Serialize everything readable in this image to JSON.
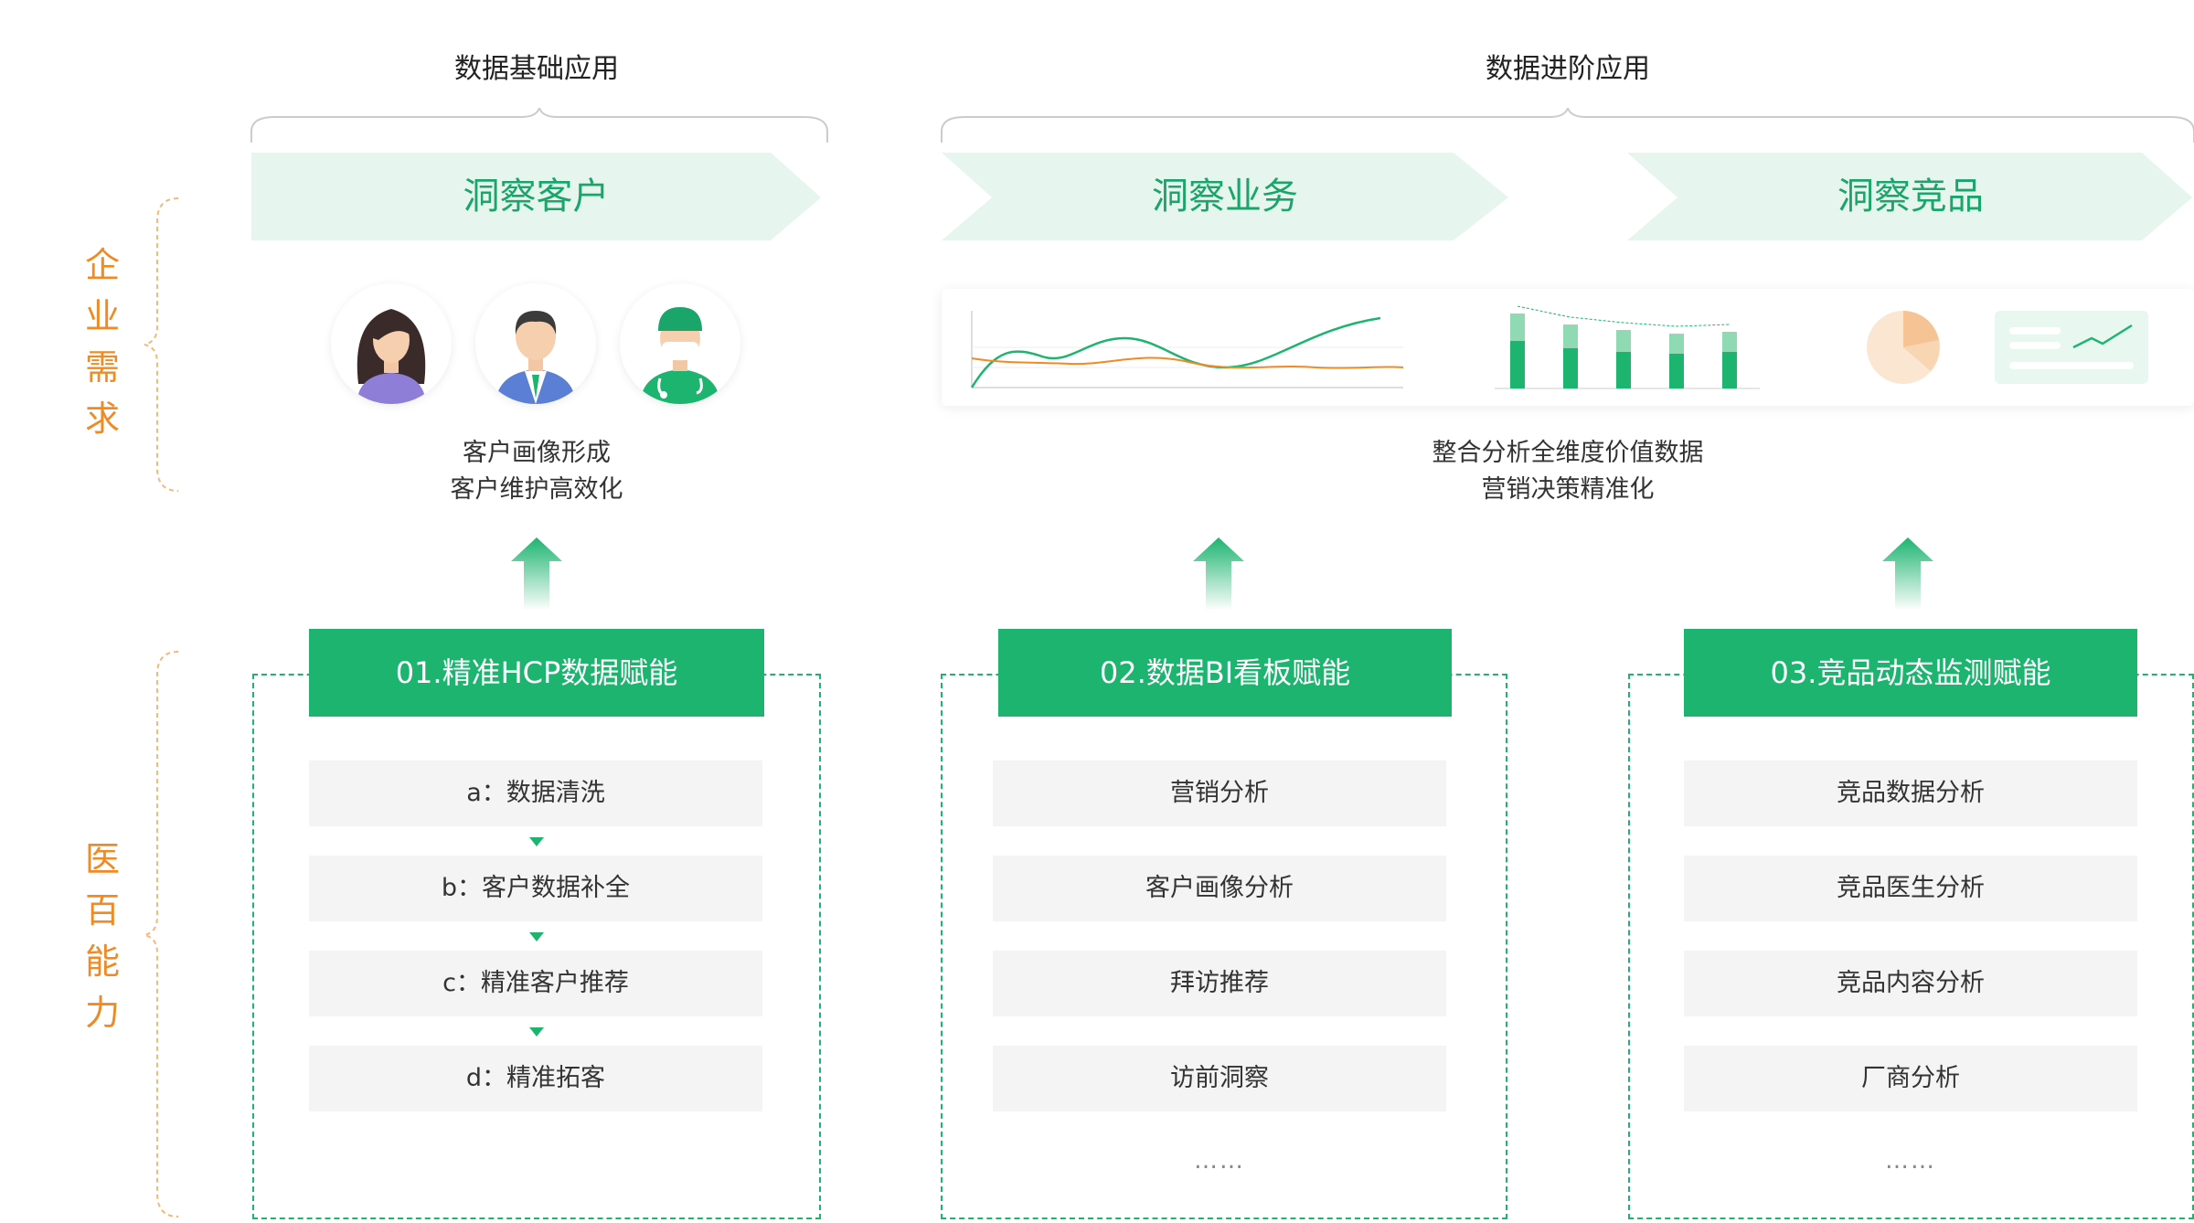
{
  "top": {
    "basic_title": "数据基础应用",
    "advanced_title": "数据进阶应用"
  },
  "side": {
    "demand": [
      "企",
      "业",
      "需",
      "求"
    ],
    "capability": [
      "医",
      "百",
      "能",
      "力"
    ]
  },
  "headers": {
    "customer": "洞察客户",
    "business": "洞察业务",
    "competitor": "洞察竞品"
  },
  "descriptions": {
    "customer": [
      "客户画像形成",
      "客户维护高效化"
    ],
    "advanced": [
      "整合分析全维度价值数据",
      "营销决策精准化"
    ]
  },
  "capabilities": [
    {
      "title": "01.精准HCP数据赋能",
      "items": [
        "a：数据清洗",
        "b：客户数据补全",
        "c：精准客户推荐",
        "d：精准拓客"
      ],
      "more": ""
    },
    {
      "title": "02.数据BI看板赋能",
      "items": [
        "营销分析",
        "客户画像分析",
        "拜访推荐",
        "访前洞察"
      ],
      "more": "……"
    },
    {
      "title": "03.竞品动态监测赋能",
      "items": [
        "竞品数据分析",
        "竞品医生分析",
        "竞品内容分析",
        "厂商分析"
      ],
      "more": "……"
    }
  ],
  "colors": {
    "green": "#1db470",
    "light_green": "#e6f6ee",
    "orange": "#f08a24"
  },
  "icons": [
    "female-avatar-icon",
    "male-avatar-icon",
    "doctor-avatar-icon",
    "line-chart-icon",
    "bar-chart-icon",
    "pie-chart-icon",
    "trend-card-icon",
    "up-arrow-icon",
    "brace-icon"
  ]
}
